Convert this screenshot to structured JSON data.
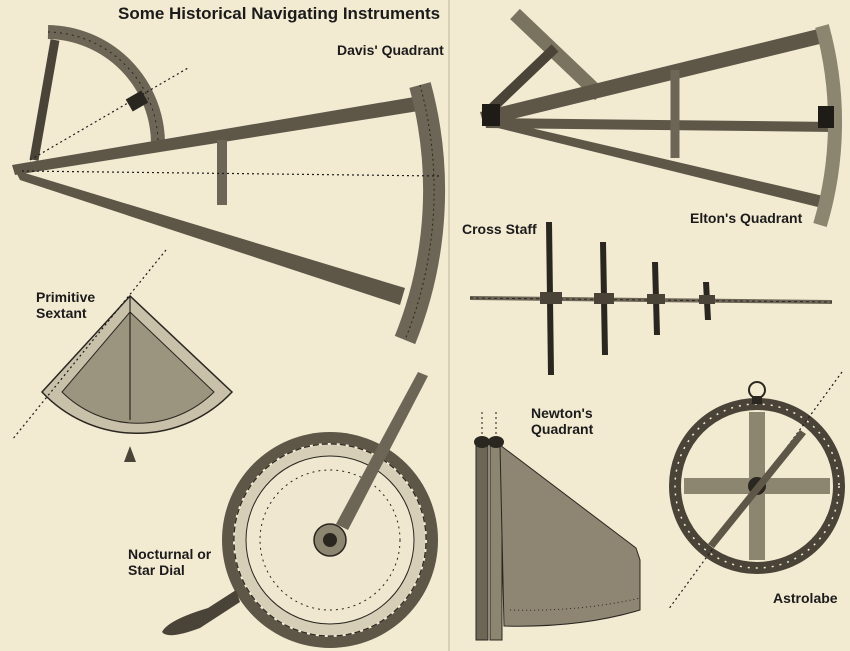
{
  "title": "Some Historical Navigating Instruments",
  "labels": {
    "davis": "Davis' Quadrant",
    "elton": "Elton's Quadrant",
    "cross_staff": "Cross Staff",
    "primitive_sextant": [
      "Primitive",
      "Sextant"
    ],
    "newton": [
      "Newton's",
      "Quadrant"
    ],
    "nocturnal": [
      "Nocturnal or",
      "Star Dial"
    ],
    "astrolabe": "Astrolabe"
  },
  "colors": {
    "paper": "#f3ead2",
    "ink": "#1b1b1b",
    "instrument_dark": "#2a2620",
    "instrument_mid": "#6d6656",
    "instrument_light": "#b9b19a"
  }
}
